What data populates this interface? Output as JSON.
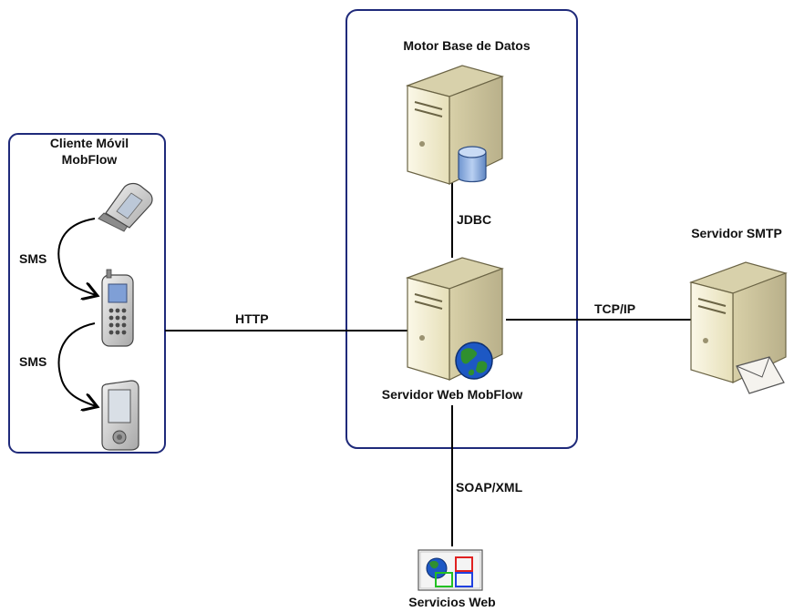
{
  "groups": {
    "client": {
      "title_line1": "Cliente Móvil",
      "title_line2": "MobFlow"
    }
  },
  "nodes": {
    "database": {
      "label": "Motor Base de Datos"
    },
    "web_server": {
      "label": "Servidor Web MobFlow"
    },
    "smtp_server": {
      "label": "Servidor SMTP"
    },
    "web_services": {
      "label": "Servicios Web"
    }
  },
  "edges": {
    "sms_1": "SMS",
    "sms_2": "SMS",
    "http": "HTTP",
    "jdbc": "JDBC",
    "tcp_ip": "TCP/IP",
    "soap_xml": "SOAP/XML"
  },
  "colors": {
    "border": "#1f2a7a",
    "server_body": "#efe9c8",
    "db_cylinder": "#8fb1e0",
    "globe_land": "#2f8f2f",
    "globe_water": "#1d58c4"
  }
}
